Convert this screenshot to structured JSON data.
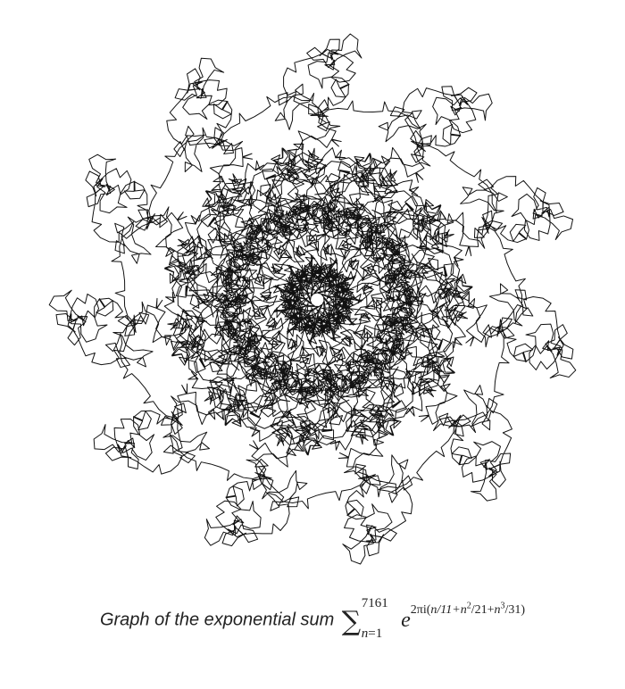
{
  "figure": {
    "description_role": "exponential-sum-walk",
    "stroke_color": "#111111",
    "background_color": "#ffffff",
    "N": 7161,
    "a": 11,
    "b": 21,
    "c": 31
  },
  "caption": {
    "text": "Graph of the exponential sum",
    "sum_upper": "7161",
    "sum_lower_var": "n",
    "sum_lower_eq": "=1",
    "base": "e",
    "exponent_prefix": "2πi(",
    "term1": "n/11+",
    "term2_var": "n",
    "term2_pow": "2",
    "term2_tail": "/21+",
    "term3_var": "n",
    "term3_pow": "3",
    "term3_tail": "/31)"
  }
}
